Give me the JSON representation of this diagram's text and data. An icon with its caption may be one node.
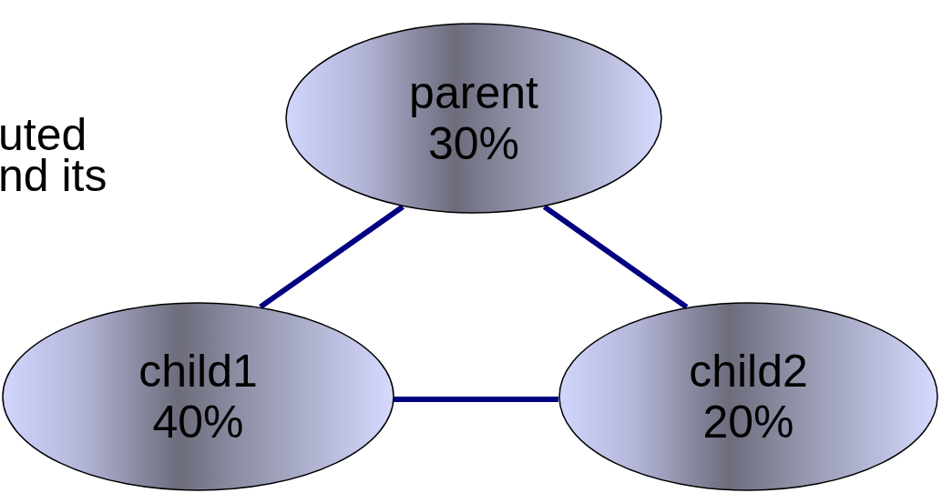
{
  "diagram": {
    "nodes": [
      {
        "text": [
          "parent",
          "30%"
        ]
      },
      {
        "text": [
          "child1",
          "40%"
        ]
      },
      {
        "text": [
          "child2",
          "20%"
        ]
      }
    ],
    "edges": [
      {
        "from": 0,
        "to": 1,
        "arrow": "none"
      },
      {
        "from": 0,
        "to": 2,
        "arrow": "none"
      },
      {
        "from": 1,
        "to": 2,
        "arrow": "none"
      }
    ],
    "labels": [
      "uted",
      "nd its"
    ]
  }
}
